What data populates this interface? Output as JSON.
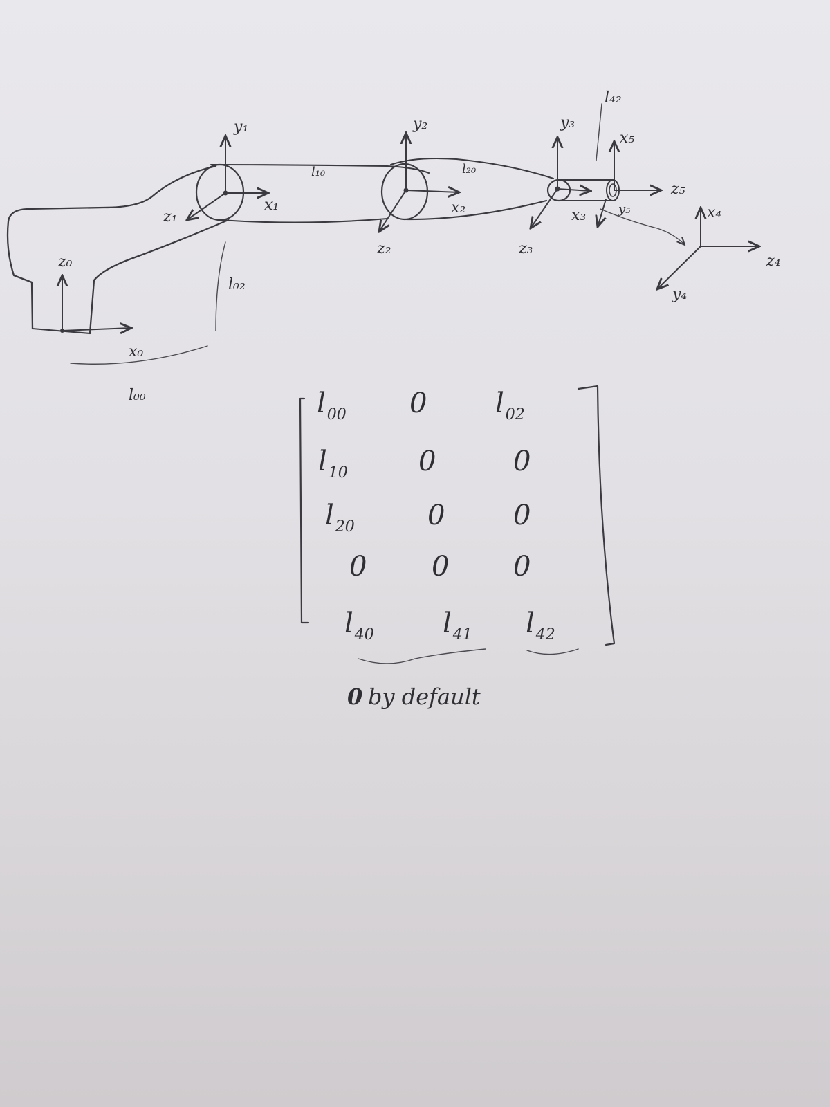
{
  "diagram": {
    "frames": {
      "x0": "x₀",
      "z0": "z₀",
      "x1": "x₁",
      "y1": "y₁",
      "z1": "z₁",
      "x2": "x₂",
      "y2": "y₂",
      "z2": "z₂",
      "x3": "x₃",
      "y3": "y₃",
      "z3": "z₃",
      "x4": "x₄",
      "y4": "y₄",
      "z4": "z₄",
      "x5": "x₅",
      "y5": "y₅",
      "z5": "z₅"
    },
    "lengths": {
      "l00": "l₀₀",
      "l02": "l₀₂",
      "l10": "l₁₀",
      "l20": "l₂₀",
      "l42": "l₄₂"
    }
  },
  "matrix": {
    "rows": [
      [
        {
          "base": "l",
          "sub": "00"
        },
        {
          "base": "0",
          "sub": ""
        },
        {
          "base": "l",
          "sub": "02"
        }
      ],
      [
        {
          "base": "l",
          "sub": "10"
        },
        {
          "base": "0",
          "sub": ""
        },
        {
          "base": "0",
          "sub": ""
        }
      ],
      [
        {
          "base": "l",
          "sub": "20"
        },
        {
          "base": "0",
          "sub": ""
        },
        {
          "base": "0",
          "sub": ""
        }
      ],
      [
        {
          "base": "0",
          "sub": ""
        },
        {
          "base": "0",
          "sub": ""
        },
        {
          "base": "0",
          "sub": ""
        }
      ],
      [
        {
          "base": "l",
          "sub": "40"
        },
        {
          "base": "l",
          "sub": "41"
        },
        {
          "base": "l",
          "sub": "42"
        }
      ]
    ],
    "note_symbol": "0",
    "note_text": "by default"
  }
}
